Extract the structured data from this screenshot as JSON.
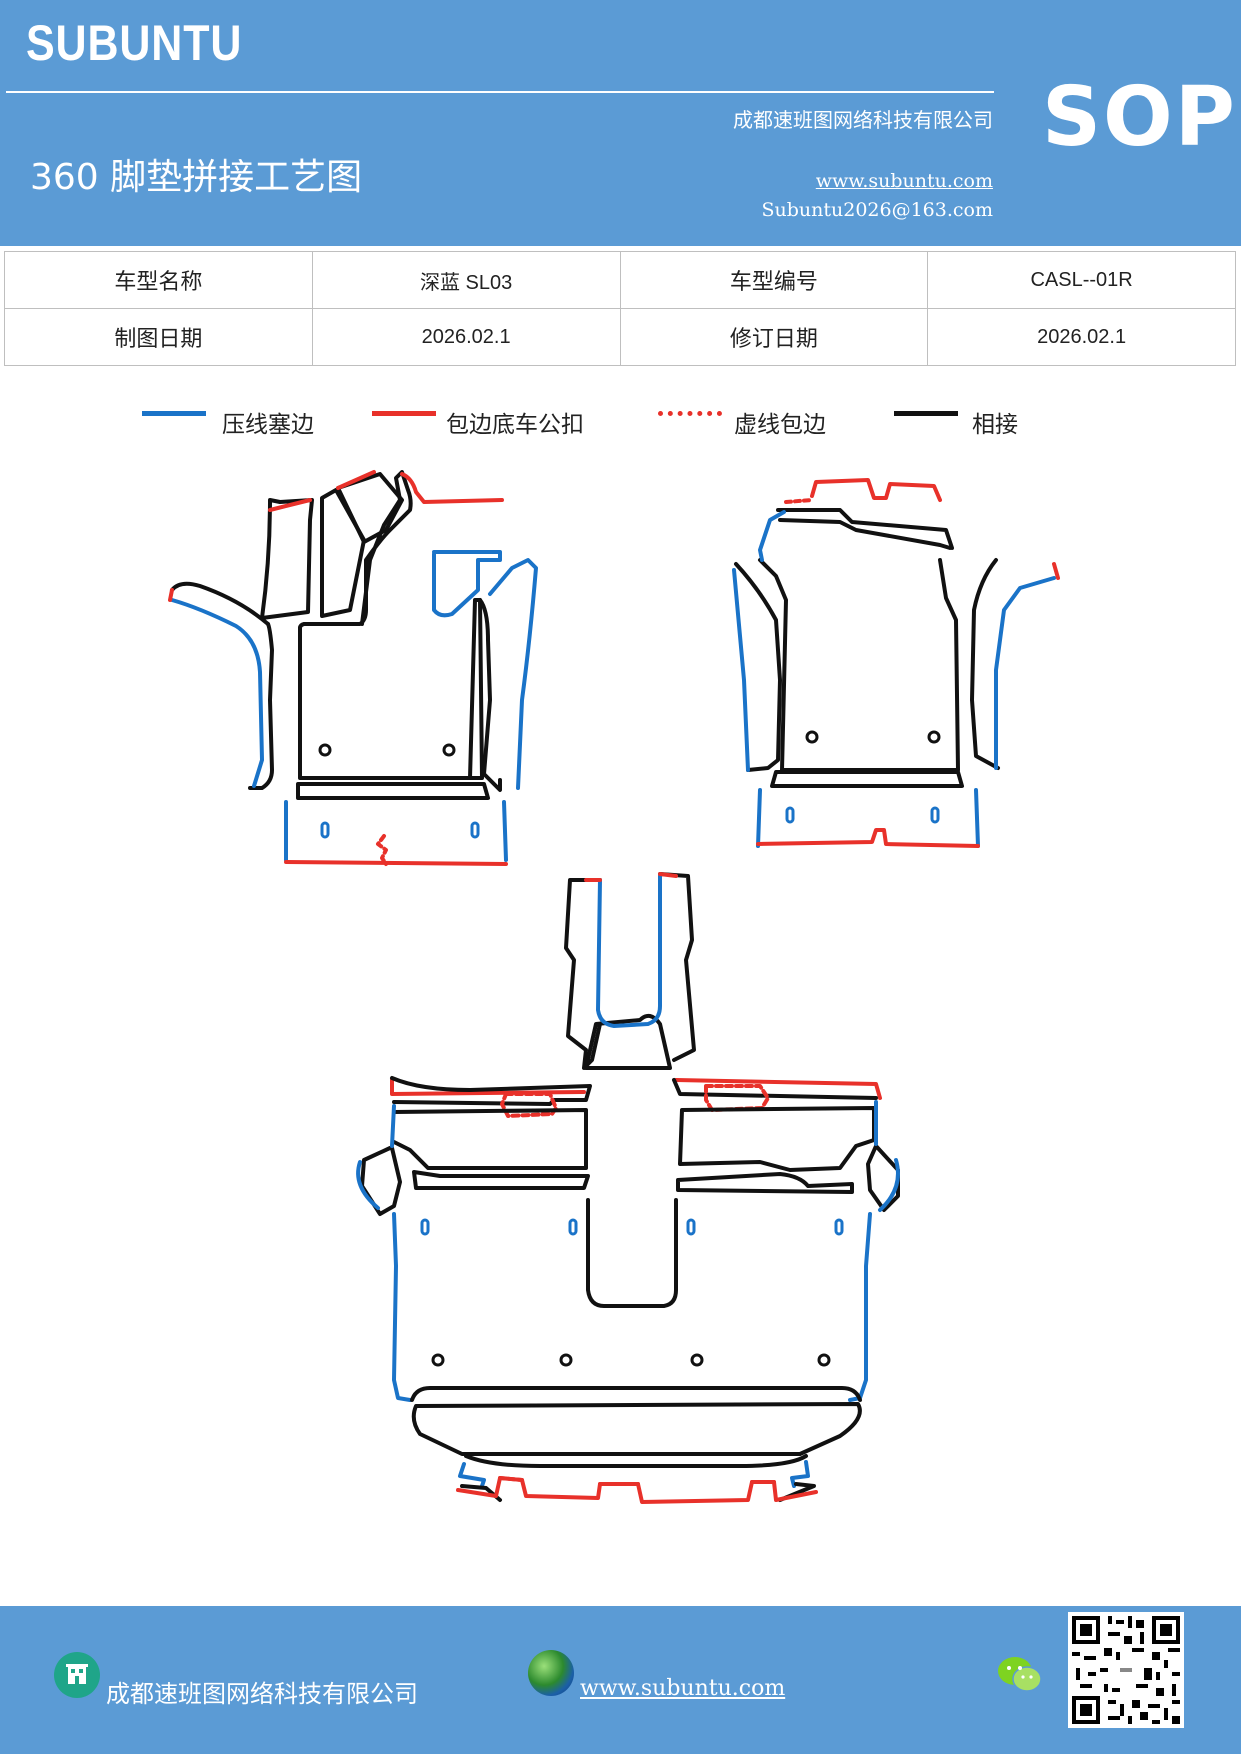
{
  "header": {
    "brand": "SUBUNTU",
    "company": "成都速班图网络科技有限公司",
    "title": "360 脚垫拼接工艺图",
    "website": "www.subuntu.com",
    "email": "Subuntu2026@163.com",
    "badge": "SOP",
    "background": "#5b9bd5"
  },
  "info_table": {
    "rows": [
      [
        {
          "label": "车型名称"
        },
        {
          "value": "深蓝 SL03"
        },
        {
          "label": "车型编号"
        },
        {
          "value": "CASL--01R"
        }
      ],
      [
        {
          "label": "制图日期"
        },
        {
          "value": "2026.02.1"
        },
        {
          "label": "修订日期"
        },
        {
          "value": "2026.02.1"
        }
      ]
    ]
  },
  "legend": [
    {
      "label": "压线塞边",
      "color": "#1a73c8",
      "style": "solid"
    },
    {
      "label": "包边底车公扣",
      "color": "#e8312a",
      "style": "solid"
    },
    {
      "label": "虚线包边",
      "color": "#e8312a",
      "style": "dashed"
    },
    {
      "label": "相接",
      "color": "#111111",
      "style": "solid"
    }
  ],
  "footer": {
    "company": "成都速班图网络科技有限公司",
    "website": "www.subuntu.com ",
    "icons": [
      "building-icon",
      "globe-icon",
      "wechat-icon",
      "qr-code"
    ]
  }
}
